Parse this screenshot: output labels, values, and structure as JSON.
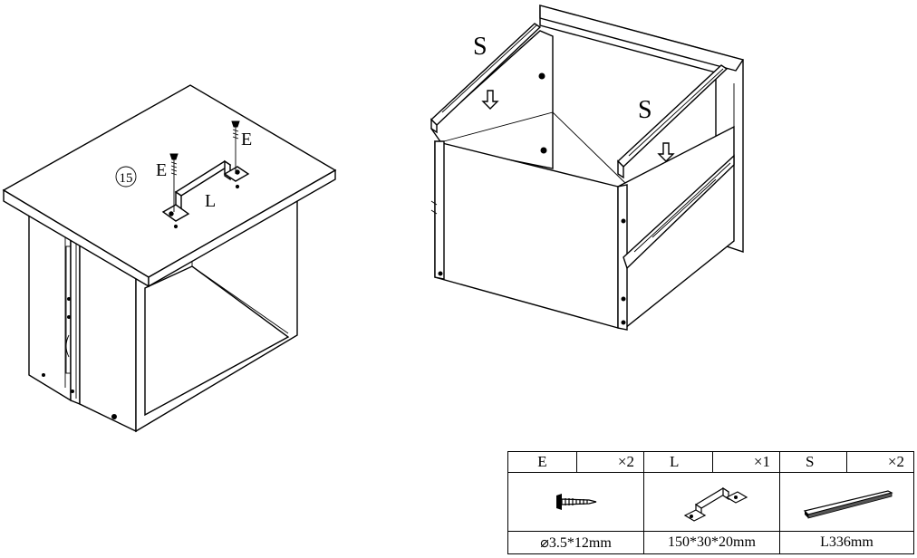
{
  "figure": {
    "step_number": "15",
    "left_labels": {
      "screw": "E",
      "screw2": "E",
      "handle": "L"
    },
    "right_labels": {
      "slide_left": "S",
      "slide_right": "S"
    }
  },
  "parts": [
    {
      "code": "E",
      "qty": "×2",
      "icon": "screw-icon",
      "spec": "⌀3.5*12mm"
    },
    {
      "code": "L",
      "qty": "×1",
      "icon": "handle-icon",
      "spec": "150*30*20mm"
    },
    {
      "code": "S",
      "qty": "×2",
      "icon": "slide-rail-icon",
      "spec": "L336mm"
    }
  ]
}
